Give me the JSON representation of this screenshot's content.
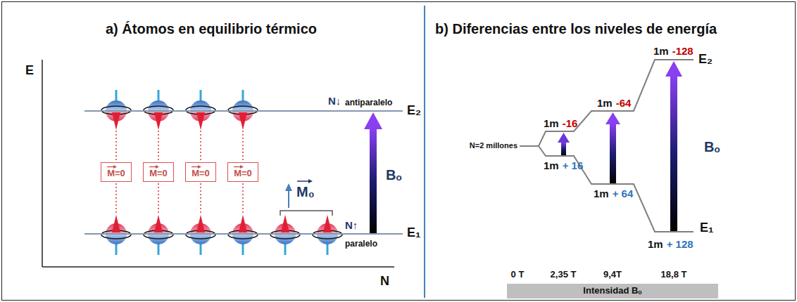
{
  "diagram": {
    "nodes": [
      {
        "text": [
          "M=0"
        ]
      },
      {
        "text": [
          "M=0"
        ]
      },
      {
        "text": [
          "M=0"
        ]
      },
      {
        "text": [
          "M=0"
        ]
      },
      {
        "text": [
          "Intensidad Bₒ"
        ]
      }
    ],
    "labels": [
      "a) Átomos en equilibrio térmico",
      "E",
      "N",
      "N↓",
      "antiparalelo",
      "E₂",
      "M₀",
      "Bₒ",
      "N↑",
      "paralelo",
      "E₁",
      "b) Diferencias entre los niveles de energía",
      "N=2 millones",
      "1m",
      "-16",
      "1m",
      "+ 16",
      "1m",
      "-64",
      "1m",
      "+ 64",
      "1m",
      "-128",
      "1m",
      "+ 128",
      "E₂",
      "Bₒ",
      "E₁",
      "0 T",
      "2,35 T",
      "9,4T",
      "18,8 T"
    ]
  }
}
